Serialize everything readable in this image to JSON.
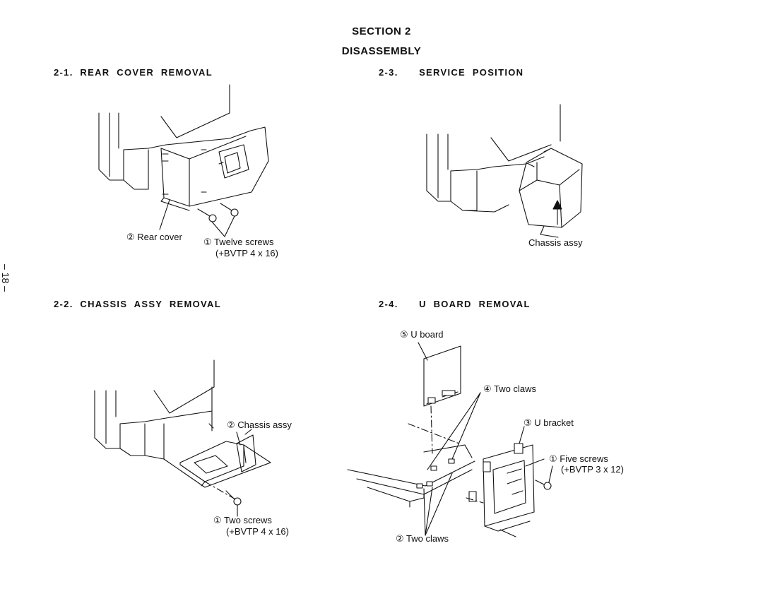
{
  "header": {
    "section": "SECTION 2",
    "title": "DISASSEMBLY"
  },
  "page_number": "– 18 –",
  "sections": {
    "rear_cover": {
      "heading": "2-1.  REAR  COVER  REMOVAL",
      "labels": {
        "rear_cover": "② Rear cover",
        "screws": "① Twelve screws",
        "screw_spec": "(+BVTP 4 x 16)"
      }
    },
    "chassis_removal": {
      "heading": "2-2.  CHASSIS  ASSY  REMOVAL",
      "labels": {
        "chassis": "② Chassis assy",
        "screws": "① Two screws",
        "screw_spec": "(+BVTP 4 x 16)"
      }
    },
    "service_position": {
      "heading": "2-3.      SERVICE  POSITION",
      "labels": {
        "chassis": "Chassis assy"
      }
    },
    "u_board": {
      "heading": "2-4.      U  BOARD  REMOVAL",
      "labels": {
        "u_board": "⑤ U board",
        "two_claws_top": "④ Two claws",
        "u_bracket": "③ U bracket",
        "screws": "① Five screws",
        "screw_spec": "(+BVTP 3 x 12)",
        "two_claws_bottom": "② Two claws"
      }
    }
  }
}
